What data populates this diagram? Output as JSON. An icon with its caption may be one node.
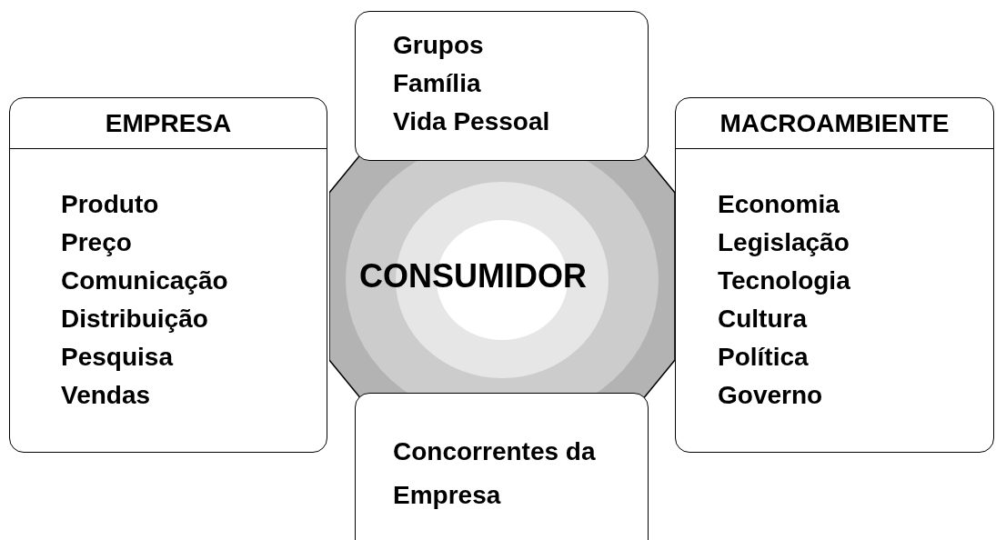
{
  "diagram": {
    "nodes": [
      {
        "text": [
          "Grupos",
          "Família",
          "Vida Pessoal"
        ]
      },
      {
        "text": [
          "EMPRESA",
          "Produto",
          "Preço",
          "Comunicação",
          "Distribuição",
          "Pesquisa",
          "Vendas"
        ]
      },
      {
        "text": [
          "MACROAMBIENTE",
          "Economia",
          "Legislação",
          "Tecnologia",
          "Cultura",
          "Política",
          "Governo"
        ]
      },
      {
        "text": [
          "CONSUMIDOR"
        ]
      },
      {
        "text": [
          "Concorrentes da Empresa"
        ]
      }
    ]
  }
}
